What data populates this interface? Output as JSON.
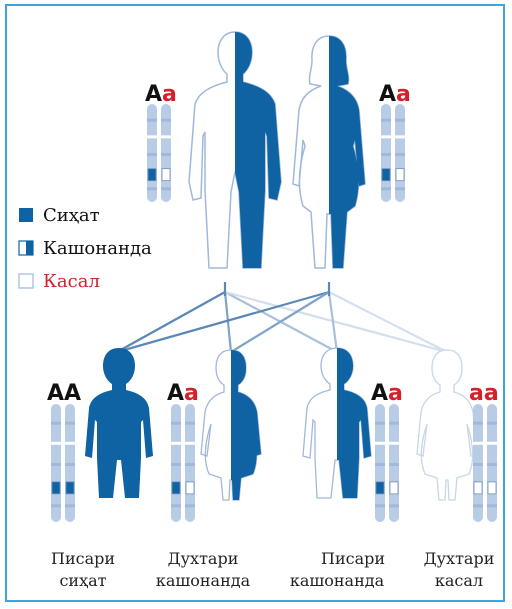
{
  "colors": {
    "healthy": "#0f63a3",
    "carrier_light": "#ffffff",
    "sick": "#ffffff",
    "chromosome": "#b9cce6",
    "chromosome_band": "#9fb8dc",
    "allele_dominant": "#0f63a3",
    "allele_recessive": "#ffffff",
    "red_text": "#d4202b",
    "frame": "#3aa6dc",
    "line_dark": "#5b88b6",
    "line_light": "#c7d6e8"
  },
  "legend": [
    {
      "key": "healthy",
      "label": "Сиҳат",
      "icon": "solid-square-icon",
      "color": "#111111"
    },
    {
      "key": "carrier",
      "label": "Кашонанда",
      "icon": "half-square-icon",
      "color": "#111111"
    },
    {
      "key": "sick",
      "label": "Касал",
      "icon": "empty-square-icon",
      "color": "#d4202b"
    }
  ],
  "parents": [
    {
      "role": "father",
      "genotype": [
        "A",
        "a"
      ],
      "icon": "male-figure-icon",
      "status": "carrier"
    },
    {
      "role": "mother",
      "genotype": [
        "A",
        "a"
      ],
      "icon": "female-figure-icon",
      "status": "carrier"
    }
  ],
  "children": [
    {
      "genotype": [
        "A",
        "A"
      ],
      "caption": [
        "Писари",
        "сиҳат"
      ],
      "icon": "boy-figure-icon",
      "status": "healthy"
    },
    {
      "genotype": [
        "A",
        "a"
      ],
      "caption": [
        "Духтари",
        "кашонанда"
      ],
      "icon": "girl-figure-icon",
      "status": "carrier"
    },
    {
      "genotype": [
        "A",
        "a"
      ],
      "caption": [
        "Писари",
        "кашонанда"
      ],
      "icon": "boy-figure-icon",
      "status": "carrier"
    },
    {
      "genotype": [
        "a",
        "a"
      ],
      "caption": [
        "Духтари",
        "касал"
      ],
      "icon": "girl-figure-icon",
      "status": "sick"
    }
  ]
}
